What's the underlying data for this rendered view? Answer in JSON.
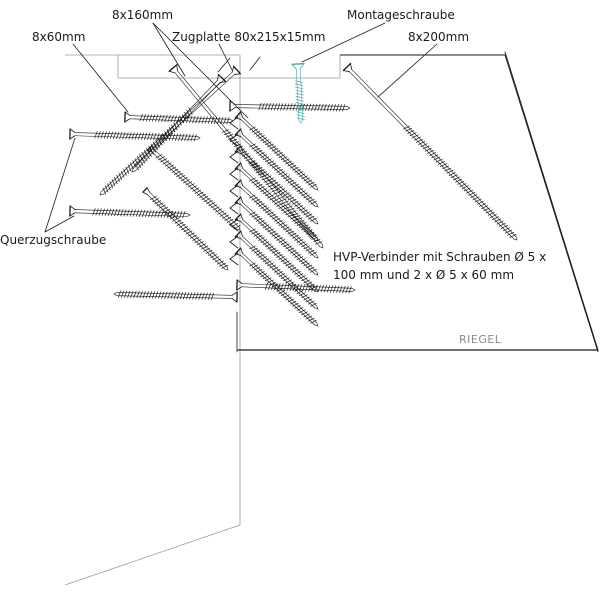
{
  "labels": {
    "screw_8x160": "8x160mm",
    "montageschraube": "Montageschraube",
    "screw_8x60": "8x60mm",
    "zugplatte": "Zugplatte 80x215x15mm",
    "screw_8x200": "8x200mm",
    "querzugschraube": "Querzugschraube",
    "hvp_line1": "HVP-Verbinder mit Schrauben Ø 5 x",
    "hvp_line2": "100 mm und 2 x Ø 5 x 60 mm",
    "riegel": "RIEGEL"
  },
  "colors": {
    "line": "#1a1a1a",
    "frame": "#9a9a9a",
    "montage_screw": "#4aa8a0"
  }
}
